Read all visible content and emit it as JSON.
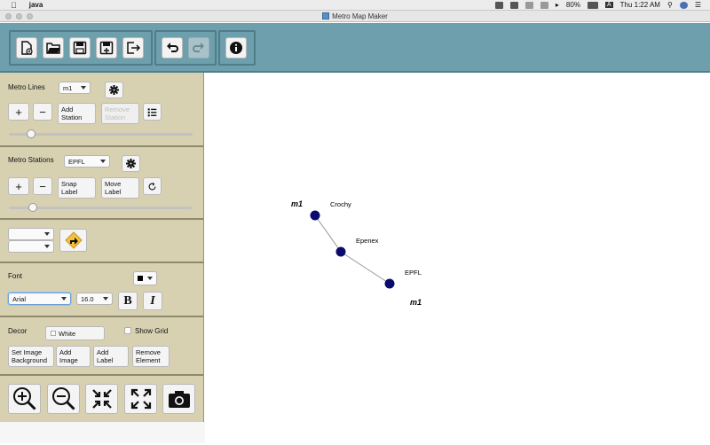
{
  "menubar": {
    "app_name": "java",
    "battery": "80%",
    "clock": "Thu 1:22 AM",
    "input_source": "A"
  },
  "window": {
    "title": "Metro Map Maker"
  },
  "toolbar": {
    "file_group": [
      "new-file-icon",
      "open-folder-icon",
      "save-icon",
      "save-as-icon",
      "exit-icon"
    ],
    "edit_group": [
      "undo-icon",
      "redo-icon"
    ],
    "info_group": [
      "info-icon"
    ]
  },
  "metro_lines": {
    "label": "Metro Lines",
    "selected_line": "m1",
    "add_label": "+",
    "remove_label": "−",
    "add_station_label": "Add\nStation",
    "remove_station_label": "Remove\nStation",
    "slider_value": 0.12
  },
  "metro_stations": {
    "label": "Metro Stations",
    "selected_station": "EPFL",
    "add_label": "+",
    "remove_label": "−",
    "snap_label": "Snap\nLabel",
    "move_label": "Move\nLabel",
    "slider_value": 0.13
  },
  "font": {
    "label": "Font",
    "family": "Arial",
    "size": "16.0",
    "bold_label": "B",
    "italic_label": "I"
  },
  "decor": {
    "label": "Decor",
    "bg_color": "White",
    "show_grid_label": "Show Grid",
    "set_image_bg_label": "Set Image\nBackground",
    "add_image_label": "Add\nImage",
    "add_label_label": "Add\nLabel",
    "remove_element_label": "Remove\nElement"
  },
  "map": {
    "line_color": "#999999",
    "station_color": "#0b0b6e",
    "line_name_top": "m1",
    "line_name_bottom": "m1",
    "stations": [
      {
        "name": "Crochy"
      },
      {
        "name": "Epenex"
      },
      {
        "name": "EPFL"
      }
    ]
  }
}
